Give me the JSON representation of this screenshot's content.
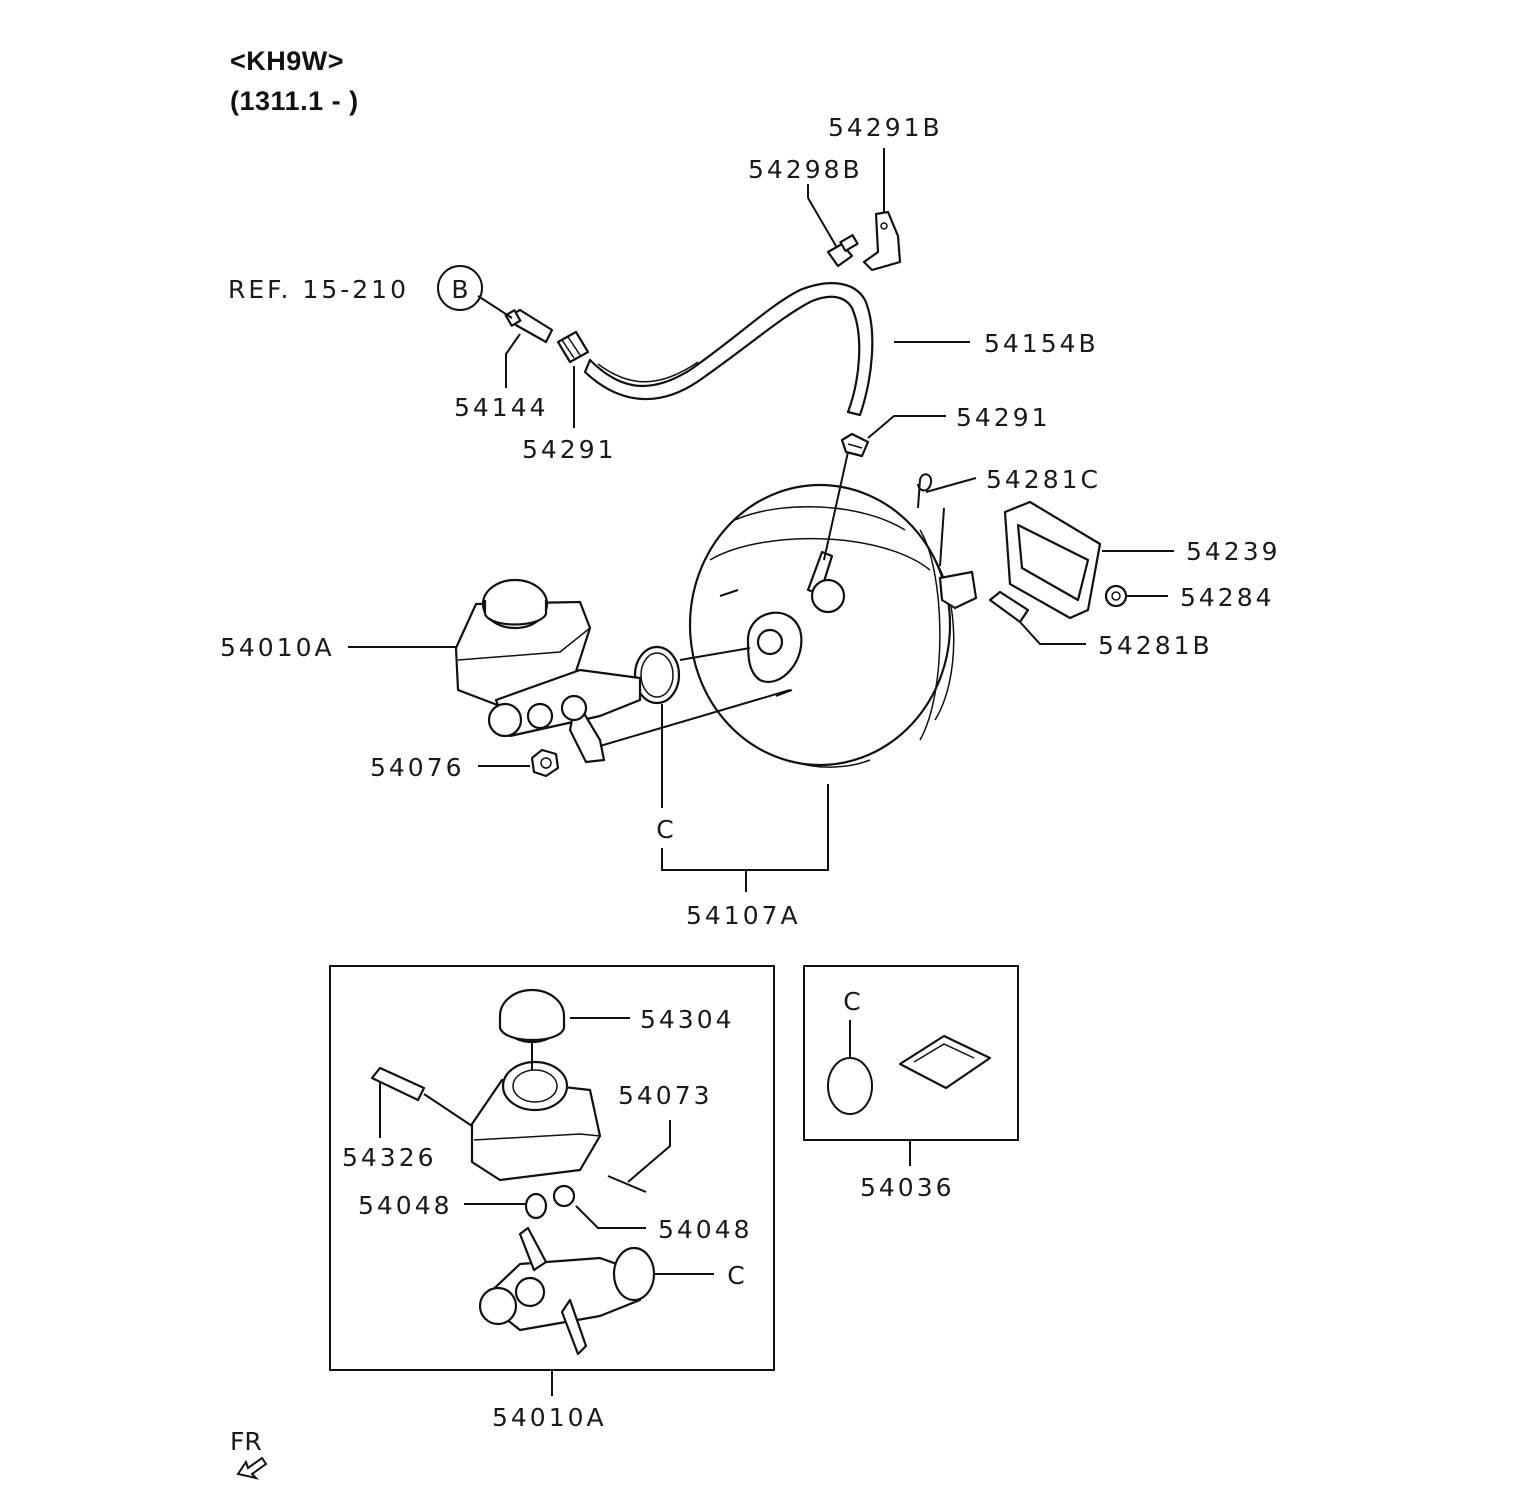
{
  "header": {
    "model": "<KH9W>",
    "range": "(1311.1 - )"
  },
  "labels": {
    "p54291B": "54291B",
    "p54298B": "54298B",
    "ref": "REF. 15-210",
    "ref_circle": "B",
    "p54154B": "54154B",
    "p54144": "54144",
    "p54291_left": "54291",
    "p54291_right": "54291",
    "p54281C": "54281C",
    "p54239": "54239",
    "p54284": "54284",
    "p54281B": "54281B",
    "p54010A_top": "54010A",
    "p54076": "54076",
    "c_top": "C",
    "p54107A": "54107A",
    "p54304": "54304",
    "p54326": "54326",
    "p54073": "54073",
    "p54048_left": "54048",
    "p54048_right": "54048",
    "c_box": "C",
    "p54010A_bottom": "54010A",
    "c_kit": "C",
    "p54036": "54036",
    "fr": "FR"
  }
}
